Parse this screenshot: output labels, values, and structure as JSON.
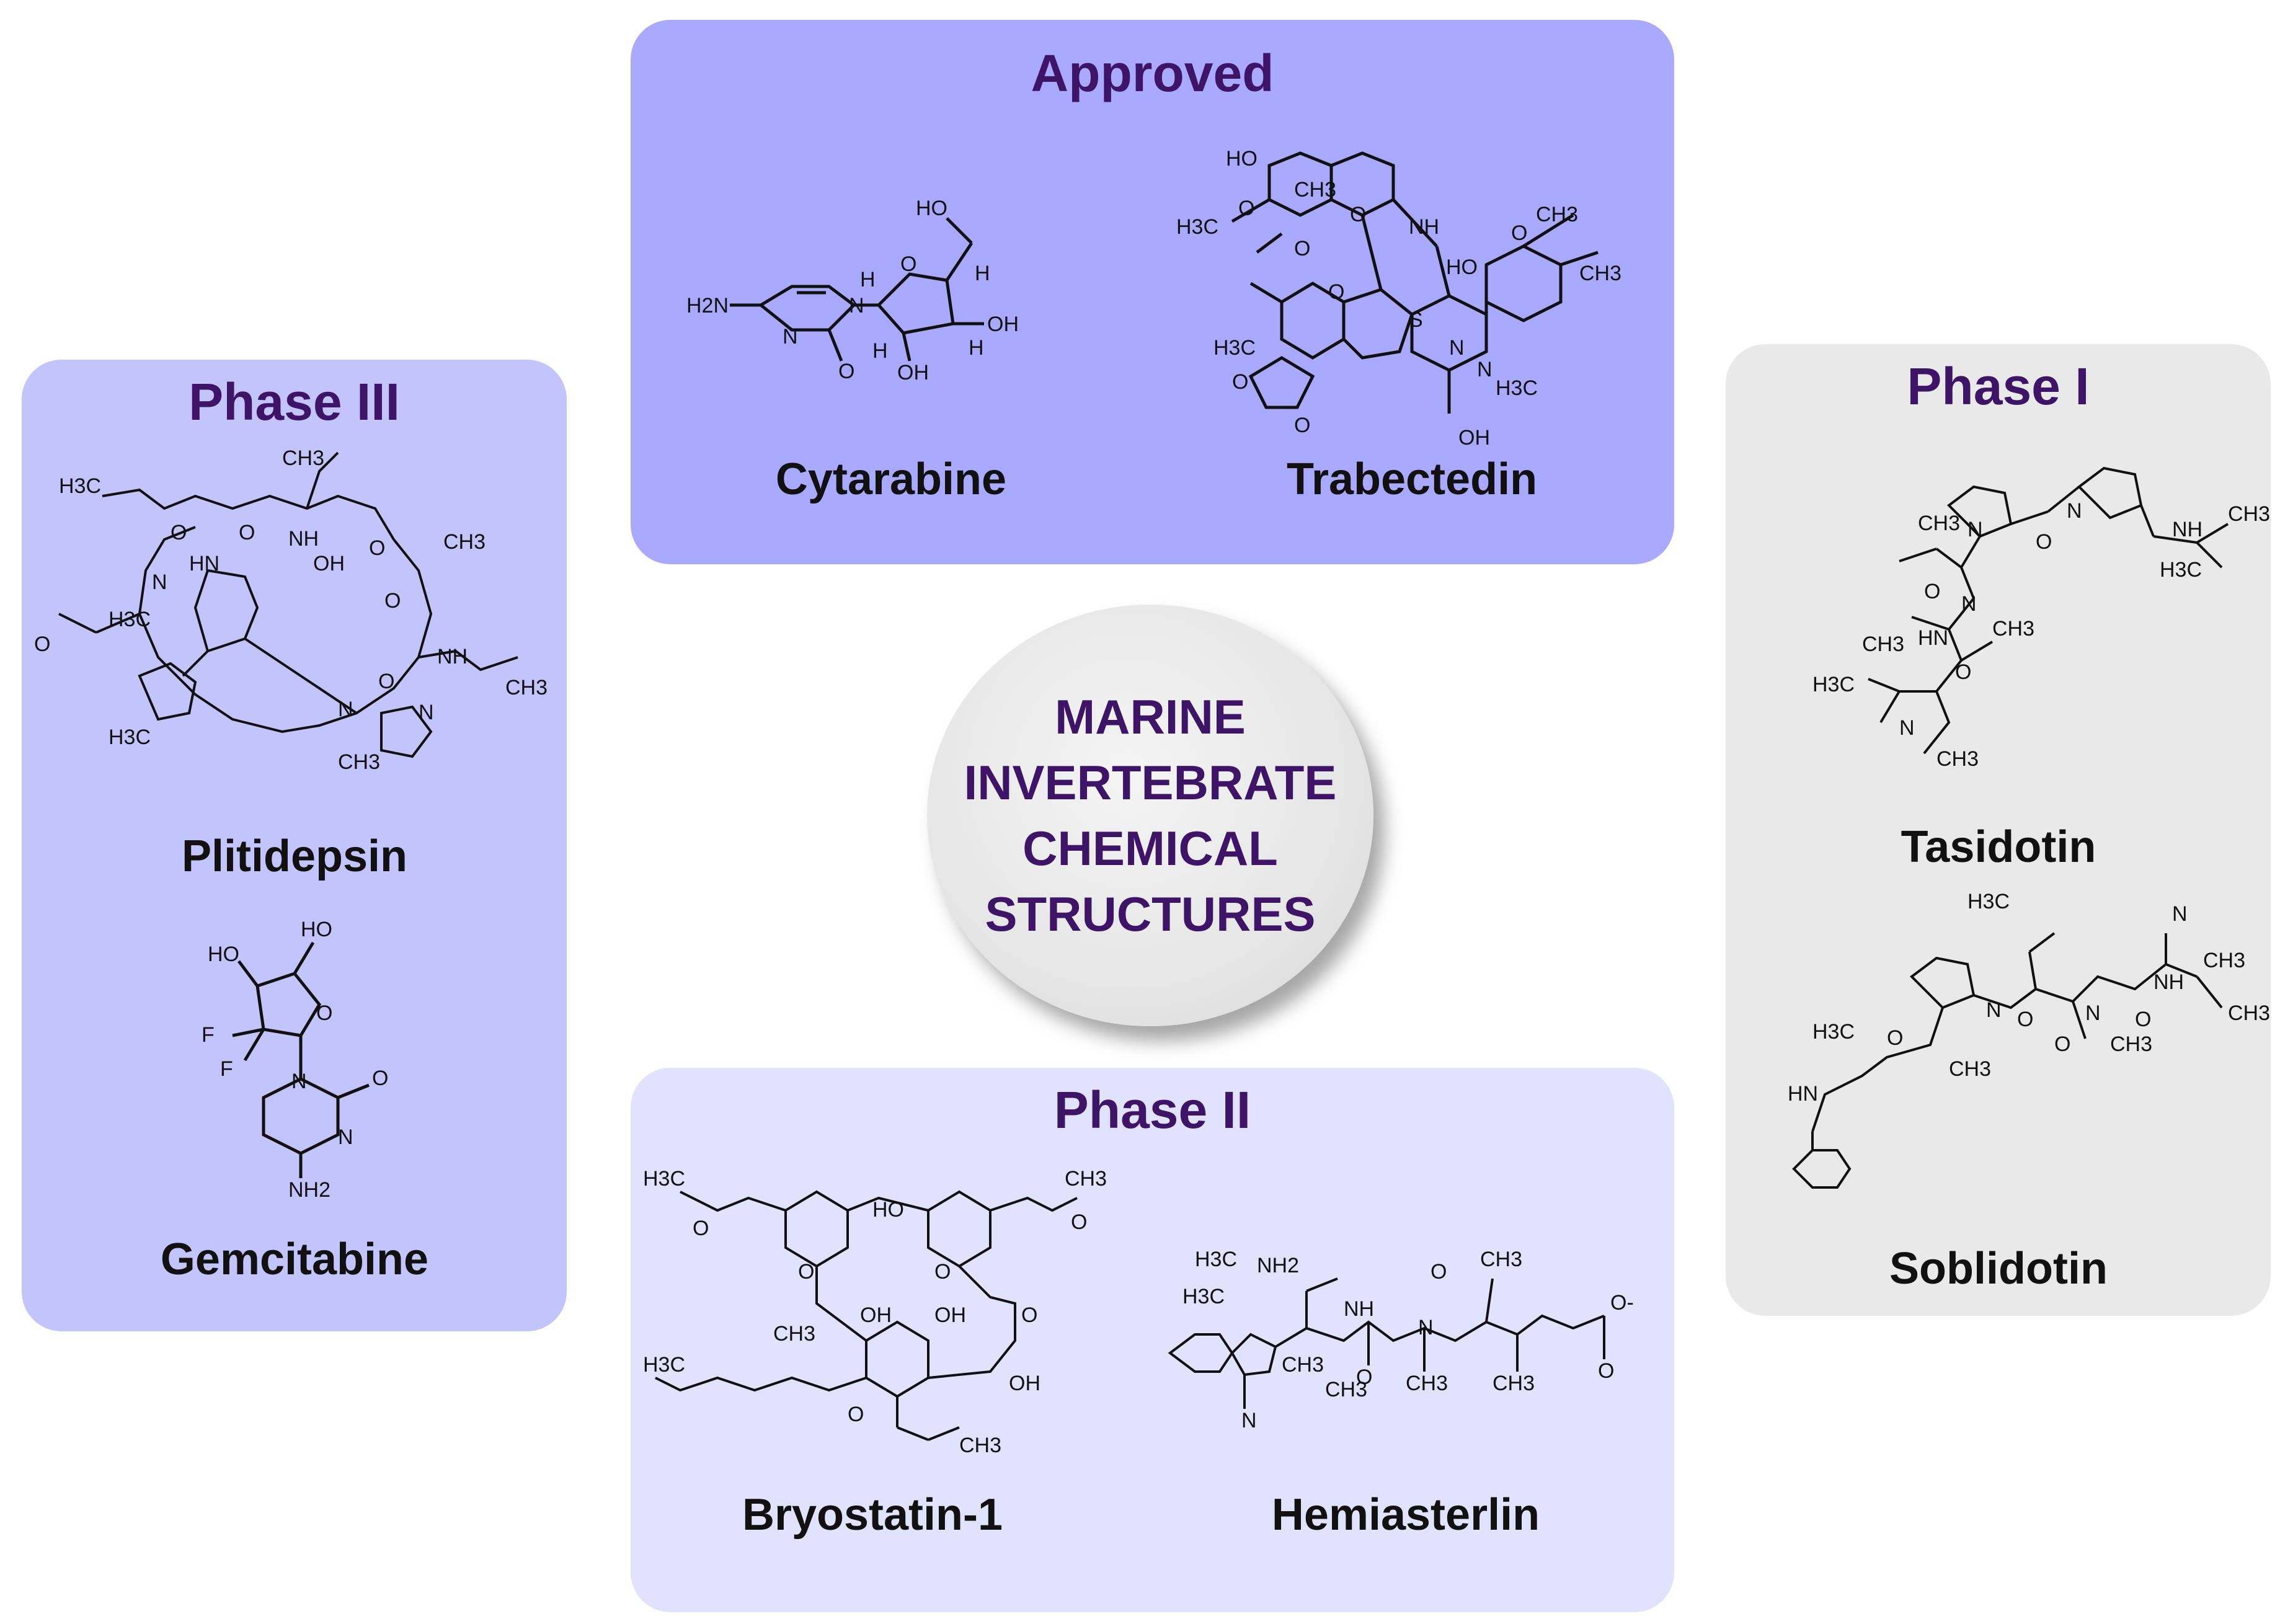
{
  "center": {
    "lines": [
      "MARINE",
      "INVERTEBRATE",
      "CHEMICAL",
      "STRUCTURES"
    ]
  },
  "colors": {
    "approved": "#a9aaff",
    "phase3": "#c3c4fc",
    "phase2": "#e1e2fd",
    "phase1": "#e9e9e9",
    "title_text": "#3d1466"
  },
  "panels": {
    "approved": {
      "title": "Approved",
      "compounds": [
        {
          "name": "Cytarabine",
          "icon": "cytarabine-structure"
        },
        {
          "name": "Trabectedin",
          "icon": "trabectedin-structure"
        }
      ]
    },
    "phase3": {
      "title": "Phase III",
      "compounds": [
        {
          "name": "Plitidepsin",
          "icon": "plitidepsin-structure"
        },
        {
          "name": "Gemcitabine",
          "icon": "gemcitabine-structure"
        }
      ]
    },
    "phase2": {
      "title": "Phase II",
      "compounds": [
        {
          "name": "Bryostatin-1",
          "icon": "bryostatin-structure"
        },
        {
          "name": "Hemiasterlin",
          "icon": "hemiasterlin-structure"
        }
      ]
    },
    "phase1": {
      "title": "Phase I",
      "compounds": [
        {
          "name": "Tasidotin",
          "icon": "tasidotin-structure"
        },
        {
          "name": "Soblidotin",
          "icon": "soblidotin-structure"
        }
      ]
    }
  },
  "atom_labels": {
    "cytarabine": [
      "H2N",
      "N",
      "O",
      "N",
      "O",
      "HO",
      "OH",
      "OH",
      "H",
      "H",
      "H",
      "H"
    ],
    "trabectedin": [
      "HO",
      "H3C",
      "O",
      "NH",
      "O",
      "CH3",
      "HO",
      "CH3",
      "H3C",
      "O",
      "O",
      "O",
      "S",
      "N",
      "N",
      "H3C",
      "OH",
      "O",
      "O",
      "CH3"
    ],
    "plitidepsin": [
      "H3C",
      "CH3",
      "O",
      "N",
      "HN",
      "O",
      "NH",
      "OH",
      "O",
      "O",
      "CH3",
      "H3C",
      "N",
      "O",
      "CH3",
      "NH",
      "H3C",
      "O",
      "N",
      "CH3"
    ],
    "gemcitabine": [
      "HO",
      "HO",
      "F",
      "F",
      "O",
      "N",
      "O",
      "N",
      "NH2"
    ],
    "bryostatin": [
      "H3C",
      "O",
      "O",
      "HO",
      "O",
      "O",
      "CH3",
      "OH",
      "OH",
      "O",
      "H3C",
      "CH3",
      "OH",
      "O",
      "CH3"
    ],
    "hemiasterlin": [
      "H3C",
      "NH2",
      "H3C",
      "CH3",
      "NH",
      "N",
      "O",
      "O",
      "CH3",
      "O",
      "N",
      "CH3",
      "CH3",
      "CH3",
      "O-"
    ],
    "tasidotin": [
      "N",
      "N",
      "O",
      "NH",
      "CH3",
      "H3C",
      "CH3",
      "N",
      "O",
      "CH3",
      "HN",
      "O",
      "CH3",
      "H3C",
      "N",
      "CH3"
    ],
    "soblidotin": [
      "H3C",
      "N",
      "O",
      "N",
      "CH3",
      "NH",
      "O",
      "O",
      "CH3",
      "H3C",
      "HN",
      "O",
      "CH3",
      "N",
      "CH3"
    ]
  }
}
